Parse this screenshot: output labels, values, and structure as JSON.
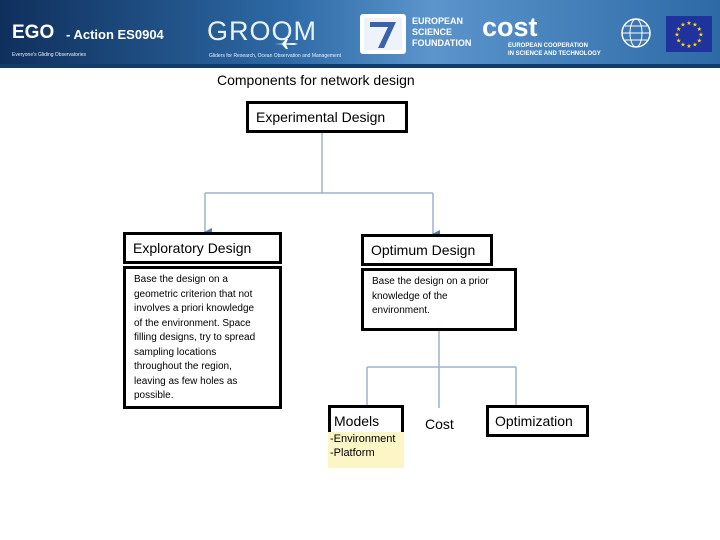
{
  "header": {
    "ego_title": "EGO",
    "ego_action": "- Action ES0904",
    "ego_subtitle": "Everyone's Gliding Observatories",
    "groom_logo": "GROOM",
    "groom_subtitle": "Gliders for Research, Ocean Observation and Management",
    "esf_lines": [
      "EUROPEAN",
      "SCIENCE",
      "FOUNDATION"
    ],
    "cost_logo": "cost",
    "cost_subtitle_lines": [
      "EUROPEAN COOPERATION",
      "IN SCIENCE AND TECHNOLOGY"
    ],
    "banner_color": "#2e6aa6"
  },
  "diagram": {
    "title": "Components for network design",
    "root": "Experimental Design",
    "exploratory": {
      "label": "Exploratory Design",
      "lines": [
        "Base the design on a",
        "geometric criterion that not",
        "involves a priori knowledge",
        "of the environment. Space",
        "filling designs, try to spread",
        "sampling locations",
        "throughout the region,",
        "leaving as few holes as",
        "possible."
      ]
    },
    "optimum": {
      "label": "Optimum Design",
      "lines": [
        "Base the design on a prior",
        "knowledge of the",
        "environment."
      ]
    },
    "models": {
      "label": "Models",
      "items": [
        "-Environment",
        "-Platform"
      ],
      "highlight_color": "#fcf6c6"
    },
    "cost": "Cost",
    "optimization": "Optimization",
    "connector_color": "#9db3cc",
    "arrow_color": "#4d7cb5"
  }
}
